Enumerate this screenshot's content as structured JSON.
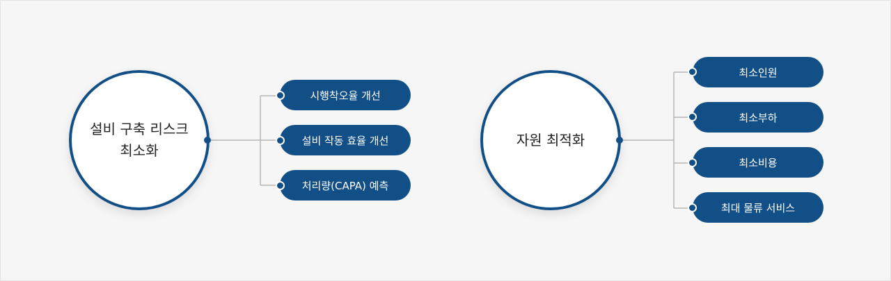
{
  "colors": {
    "primary": "#124f86",
    "line": "#b5b5b5",
    "background": "#f6f6f6",
    "circle_fill": "#ffffff",
    "text_dark": "#222222",
    "text_light": "#ffffff"
  },
  "groups": [
    {
      "title": "설비 구축 리스크\n최소화",
      "items": [
        "시행착오율 개선",
        "설비 작동 효율 개선",
        "처리량(CAPA) 예측"
      ]
    },
    {
      "title": "자원 최적화",
      "items": [
        "최소인원",
        "최소부하",
        "최소비용",
        "최대 물류 서비스"
      ]
    }
  ]
}
